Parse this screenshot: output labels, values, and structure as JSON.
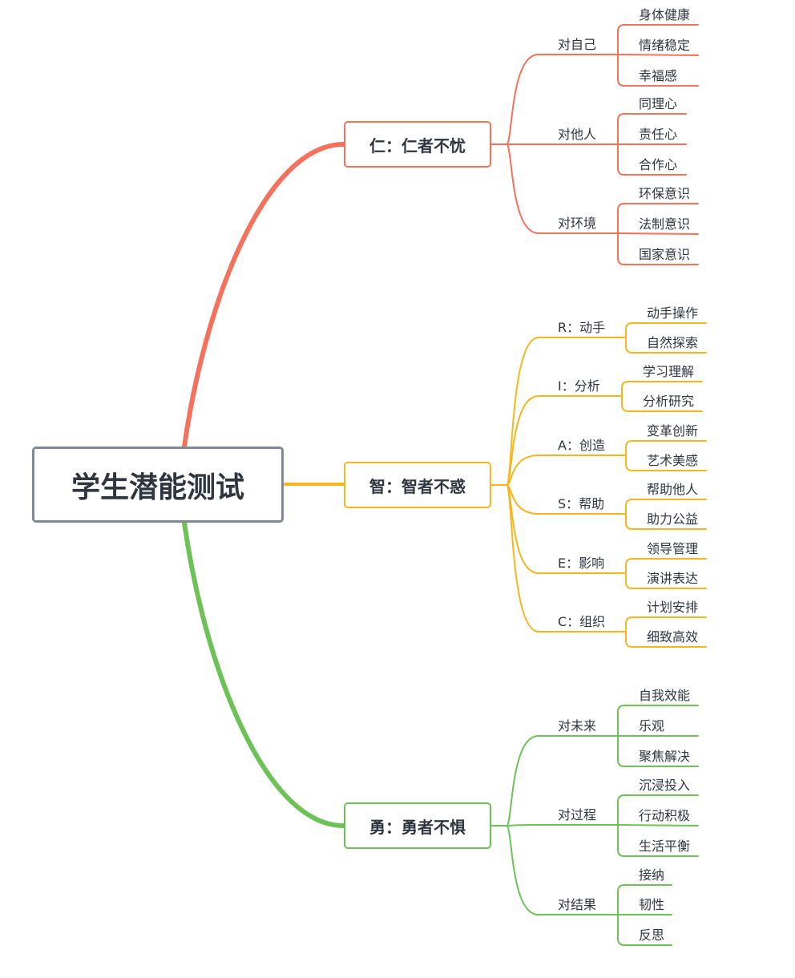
{
  "root": {
    "label": "学生潜能测试"
  },
  "branches": [
    {
      "label": "仁：仁者不忧",
      "color": "#f4715c",
      "subs": [
        {
          "label": "对自己",
          "leaves": [
            "身体健康",
            "情绪稳定",
            "幸福感"
          ]
        },
        {
          "label": "对他人",
          "leaves": [
            "同理心",
            "责任心",
            "合作心"
          ]
        },
        {
          "label": "对环境",
          "leaves": [
            "环保意识",
            "法制意识",
            "国家意识"
          ]
        }
      ]
    },
    {
      "label": "智：智者不惑",
      "color": "#f7b51e",
      "subs": [
        {
          "label": "R：动手",
          "leaves": [
            "动手操作",
            "自然探索"
          ]
        },
        {
          "label": "I：分析",
          "leaves": [
            "学习理解",
            "分析研究"
          ]
        },
        {
          "label": "A：创造",
          "leaves": [
            "变革创新",
            "艺术美感"
          ]
        },
        {
          "label": "S：帮助",
          "leaves": [
            "帮助他人",
            "助力公益"
          ]
        },
        {
          "label": "E：影响",
          "leaves": [
            "领导管理",
            "演讲表达"
          ]
        },
        {
          "label": "C：组织",
          "leaves": [
            "计划安排",
            "细致高效"
          ]
        }
      ]
    },
    {
      "label": "勇：勇者不惧",
      "color": "#6cc257",
      "subs": [
        {
          "label": "对未来",
          "leaves": [
            "自我效能",
            "乐观",
            "聚焦解决"
          ]
        },
        {
          "label": "对过程",
          "leaves": [
            "沉浸投入",
            "行动积极",
            "生活平衡"
          ]
        },
        {
          "label": "对结果",
          "leaves": [
            "接纳",
            "韧性",
            "反思"
          ]
        }
      ]
    }
  ]
}
